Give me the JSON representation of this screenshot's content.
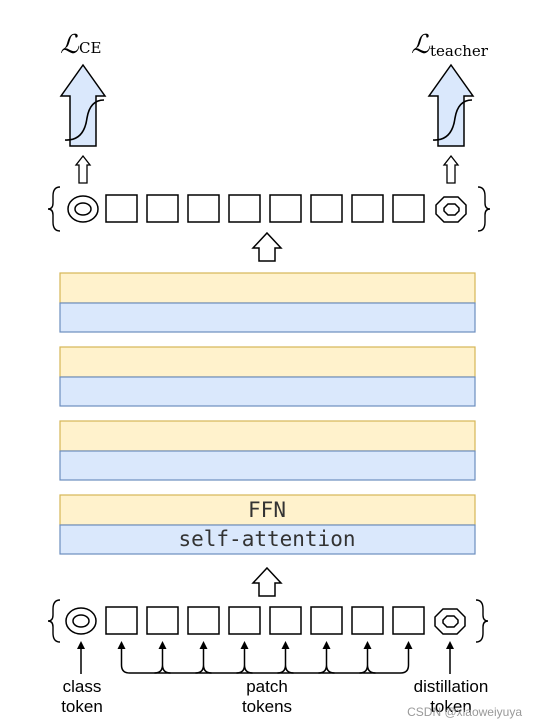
{
  "loss_ce": {
    "symbol": "ℒ",
    "subscript": "CE"
  },
  "loss_teacher": {
    "symbol": "ℒ",
    "subscript": "teacher"
  },
  "layer_labels": {
    "ffn": "FFN",
    "self_attention": "self-attention"
  },
  "input_labels": {
    "class": [
      "class",
      "token"
    ],
    "patch": [
      "patch",
      "tokens"
    ],
    "distillation": [
      "distillation",
      "token"
    ]
  },
  "watermark": "CSDN @xiaoweiyuya",
  "colors": {
    "ffn_fill": "#fff2cc",
    "ffn_stroke": "#d6b656",
    "attention_fill": "#dae8fc",
    "attention_stroke": "#6c8ebf",
    "head_fill": "#dae8fc",
    "line": "#000000"
  },
  "icons": [
    "curly-brace-icon",
    "class-token-icon",
    "distillation-token-icon",
    "arrow-up-icon",
    "sigmoid-head-icon"
  ]
}
